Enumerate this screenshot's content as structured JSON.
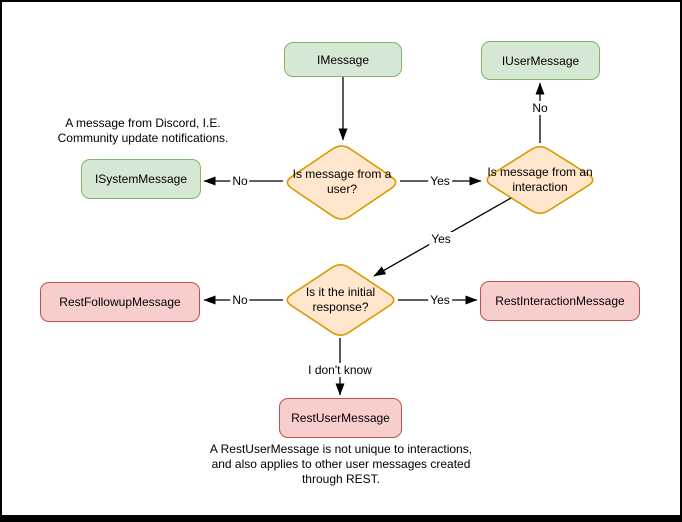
{
  "frame": {
    "background": "#ffffff",
    "border": "#000000"
  },
  "palette": {
    "interface_fill": "#d5e8d4",
    "interface_stroke": "#82b366",
    "decision_fill": "#ffe6cc",
    "decision_stroke": "#d79b00",
    "rest_fill": "#f8cecc",
    "rest_stroke": "#b85450",
    "edge_color": "#000000",
    "text_color": "#000000"
  },
  "nodes": {
    "imessage": {
      "label": "IMessage"
    },
    "iusermessage": {
      "label": "IUserMessage"
    },
    "isystemmessage": {
      "label": "ISystemMessage"
    },
    "restfollowupmessage": {
      "label": "RestFollowupMessage"
    },
    "restinteractionmessage": {
      "label": "RestInteractionMessage"
    },
    "restusermessage": {
      "label": "RestUserMessage"
    }
  },
  "decisions": {
    "from_user": {
      "label": "Is message from a user?"
    },
    "from_interaction": {
      "label": "Is message from an interaction"
    },
    "initial_response": {
      "label": "Is it the initial response?"
    }
  },
  "edge_labels": {
    "from_user_no": "No",
    "from_user_yes": "Yes",
    "from_interaction_no": "No",
    "from_interaction_yes": "Yes",
    "initial_response_no": "No",
    "initial_response_yes": "Yes",
    "initial_response_unknown": "I don't know"
  },
  "notes": {
    "system_message_note": "A message from Discord, I.E.\nCommunity update notifications.",
    "rest_user_message_note": "A RestUserMessage is not unique to interactions,\nand also applies to other user messages created\nthrough REST."
  }
}
